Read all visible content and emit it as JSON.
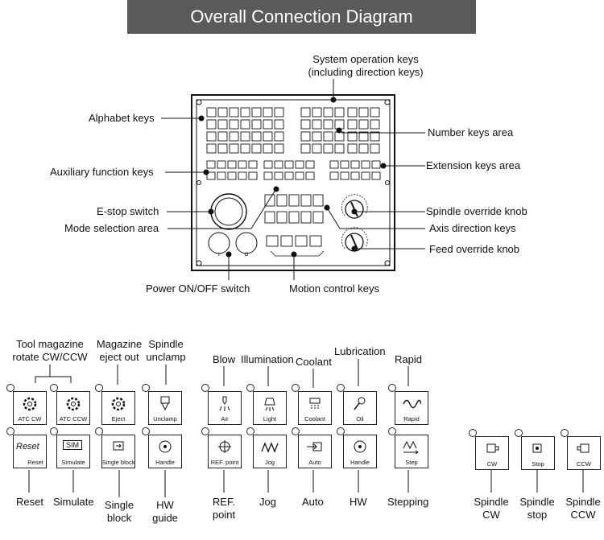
{
  "title": "Overall Connection Diagram",
  "panel_labels": {
    "system_keys": "System operation keys",
    "system_keys_sub": "(including direction keys)",
    "alphabet": "Alphabet keys",
    "number": "Number keys area",
    "auxiliary": "Auxiliary function keys",
    "extension": "Extension keys area",
    "estop": "E-stop switch",
    "spindle_override": "Spindle override knob",
    "mode": "Mode selection area",
    "axis": "Axis direction keys",
    "feed_override": "Feed override knob",
    "power": "Power ON/OFF switch",
    "motion": "Motion control keys"
  },
  "group_labels": {
    "tool_mag_1": "Tool magazine",
    "tool_mag_2": "rotate CW/CCW",
    "mag_eject_1": "Magazine",
    "mag_eject_2": "eject out",
    "spindle_unclamp_1": "Spindle",
    "spindle_unclamp_2": "unclamp",
    "blow": "Blow",
    "illumination": "Illumination",
    "coolant": "Coolant",
    "lubrication": "Lubrication",
    "rapid": "Rapid"
  },
  "keys": {
    "atc_cw": "ATC CW",
    "atc_ccw": "ATC CCW",
    "eject": "Eject",
    "unclamp": "Unclamp",
    "air": "Air",
    "light": "Light",
    "coolant": "Coolant",
    "oil": "Oil",
    "rapid": "Rapid",
    "reset": "Reset",
    "reset_glyph": "Reset",
    "simulate": "Simulate",
    "sim_glyph": "SIM",
    "single_block": "Single block",
    "handle": "Handle",
    "ref_point": "REF. point",
    "jog": "Jog",
    "auto": "Auto",
    "handle2": "Handle",
    "step": "Step",
    "cw": "CW",
    "stop": "Stop",
    "ccw": "CCW"
  },
  "bottom_labels": {
    "reset": "Reset",
    "simulate": "Simulate",
    "single_1": "Single",
    "single_2": "block",
    "hw_1": "HW",
    "hw_2": "guide",
    "ref_1": "REF.",
    "ref_2": "point",
    "jog": "Jog",
    "auto": "Auto",
    "hw": "HW",
    "stepping": "Stepping",
    "spcw_1": "Spindle",
    "spcw_2": "CW",
    "spstop_1": "Spindle",
    "spstop_2": "stop",
    "spccw_1": "Spindle",
    "spccw_2": "CCW"
  },
  "panel_marks": {
    "power_on": "I",
    "power_off": "O"
  }
}
